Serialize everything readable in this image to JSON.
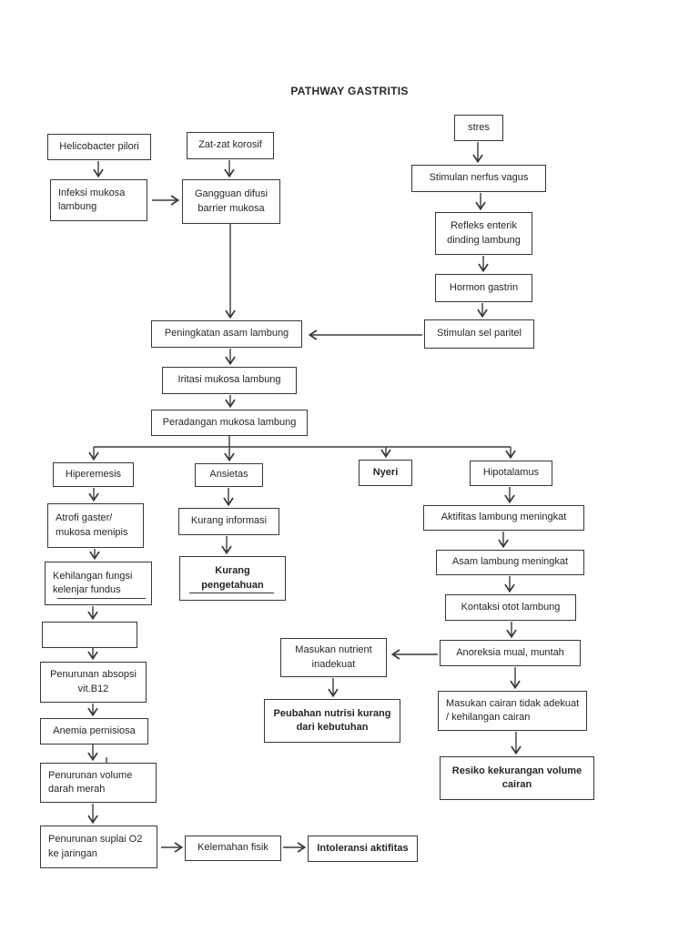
{
  "title": "PATHWAY GASTRITIS",
  "colors": {
    "ink": "#383838",
    "background": "#ffffff"
  },
  "nodes": {
    "helicobacter": {
      "label": "Helicobacter pilori"
    },
    "zat_korosif": {
      "label": "Zat-zat korosif"
    },
    "stres": {
      "label": "stres"
    },
    "infeksi": {
      "label": "Infeksi mukosa lambung"
    },
    "gangguan": {
      "label": "Gangguan difusi barrier mukosa"
    },
    "stimulan_nerfus": {
      "label": "Stimulan nerfus vagus"
    },
    "refleks": {
      "label": "Refleks enterik dinding lambung"
    },
    "hormon": {
      "label": "Hormon gastrin"
    },
    "stimulan_paritel": {
      "label": "Stimulan sel paritel"
    },
    "peningkatan": {
      "label": "Peningkatan asam lambung"
    },
    "iritasi": {
      "label": "Iritasi mukosa lambung"
    },
    "peradangan": {
      "label": "Peradangan mukosa lambung"
    },
    "hiperemesis": {
      "label": "Hiperemesis"
    },
    "ansietas": {
      "label": "Ansietas"
    },
    "nyeri": {
      "label": "Nyeri"
    },
    "hipotalamus": {
      "label": "Hipotalamus"
    },
    "atrofi": {
      "label": "Atrofi gaster/ mukosa menipis"
    },
    "kurang_informasi": {
      "label": "Kurang informasi"
    },
    "aktifitas": {
      "label": "Aktifitas lambung meningkat"
    },
    "kurang_pengetahuan": {
      "label": "Kurang pengetahuan"
    },
    "asam": {
      "label": "Asam lambung meningkat"
    },
    "kehilangan": {
      "label": "Kehilangan fungsi kelenjar fundus"
    },
    "kontaksi": {
      "label": "Kontaksi otot lambung"
    },
    "masukan_nutrient": {
      "label": "Masukan nutrient inadekuat"
    },
    "anoreksia": {
      "label": "Anoreksia mual, muntah"
    },
    "penurunan_absopsi": {
      "label": "Penurunan absopsi vit.B12"
    },
    "anemia": {
      "label": "Anemia pernisiosa"
    },
    "masukan_cairan": {
      "label": "Masukan cairan tidak adekuat / kehilangan cairan"
    },
    "peubahan": {
      "label": "Peubahan nutrisi kurang dari kebutuhan"
    },
    "penurunan_volume": {
      "label": "Penurunan volume darah merah"
    },
    "resiko": {
      "label": "Resiko kekurangan volume cairan"
    },
    "penurunan_suplai": {
      "label": "Penurunan suplai O2 ke jaringan"
    },
    "kelemahan": {
      "label": "Kelemahan fisik"
    },
    "intoleransi": {
      "label": "Intoleransi aktifitas"
    }
  }
}
